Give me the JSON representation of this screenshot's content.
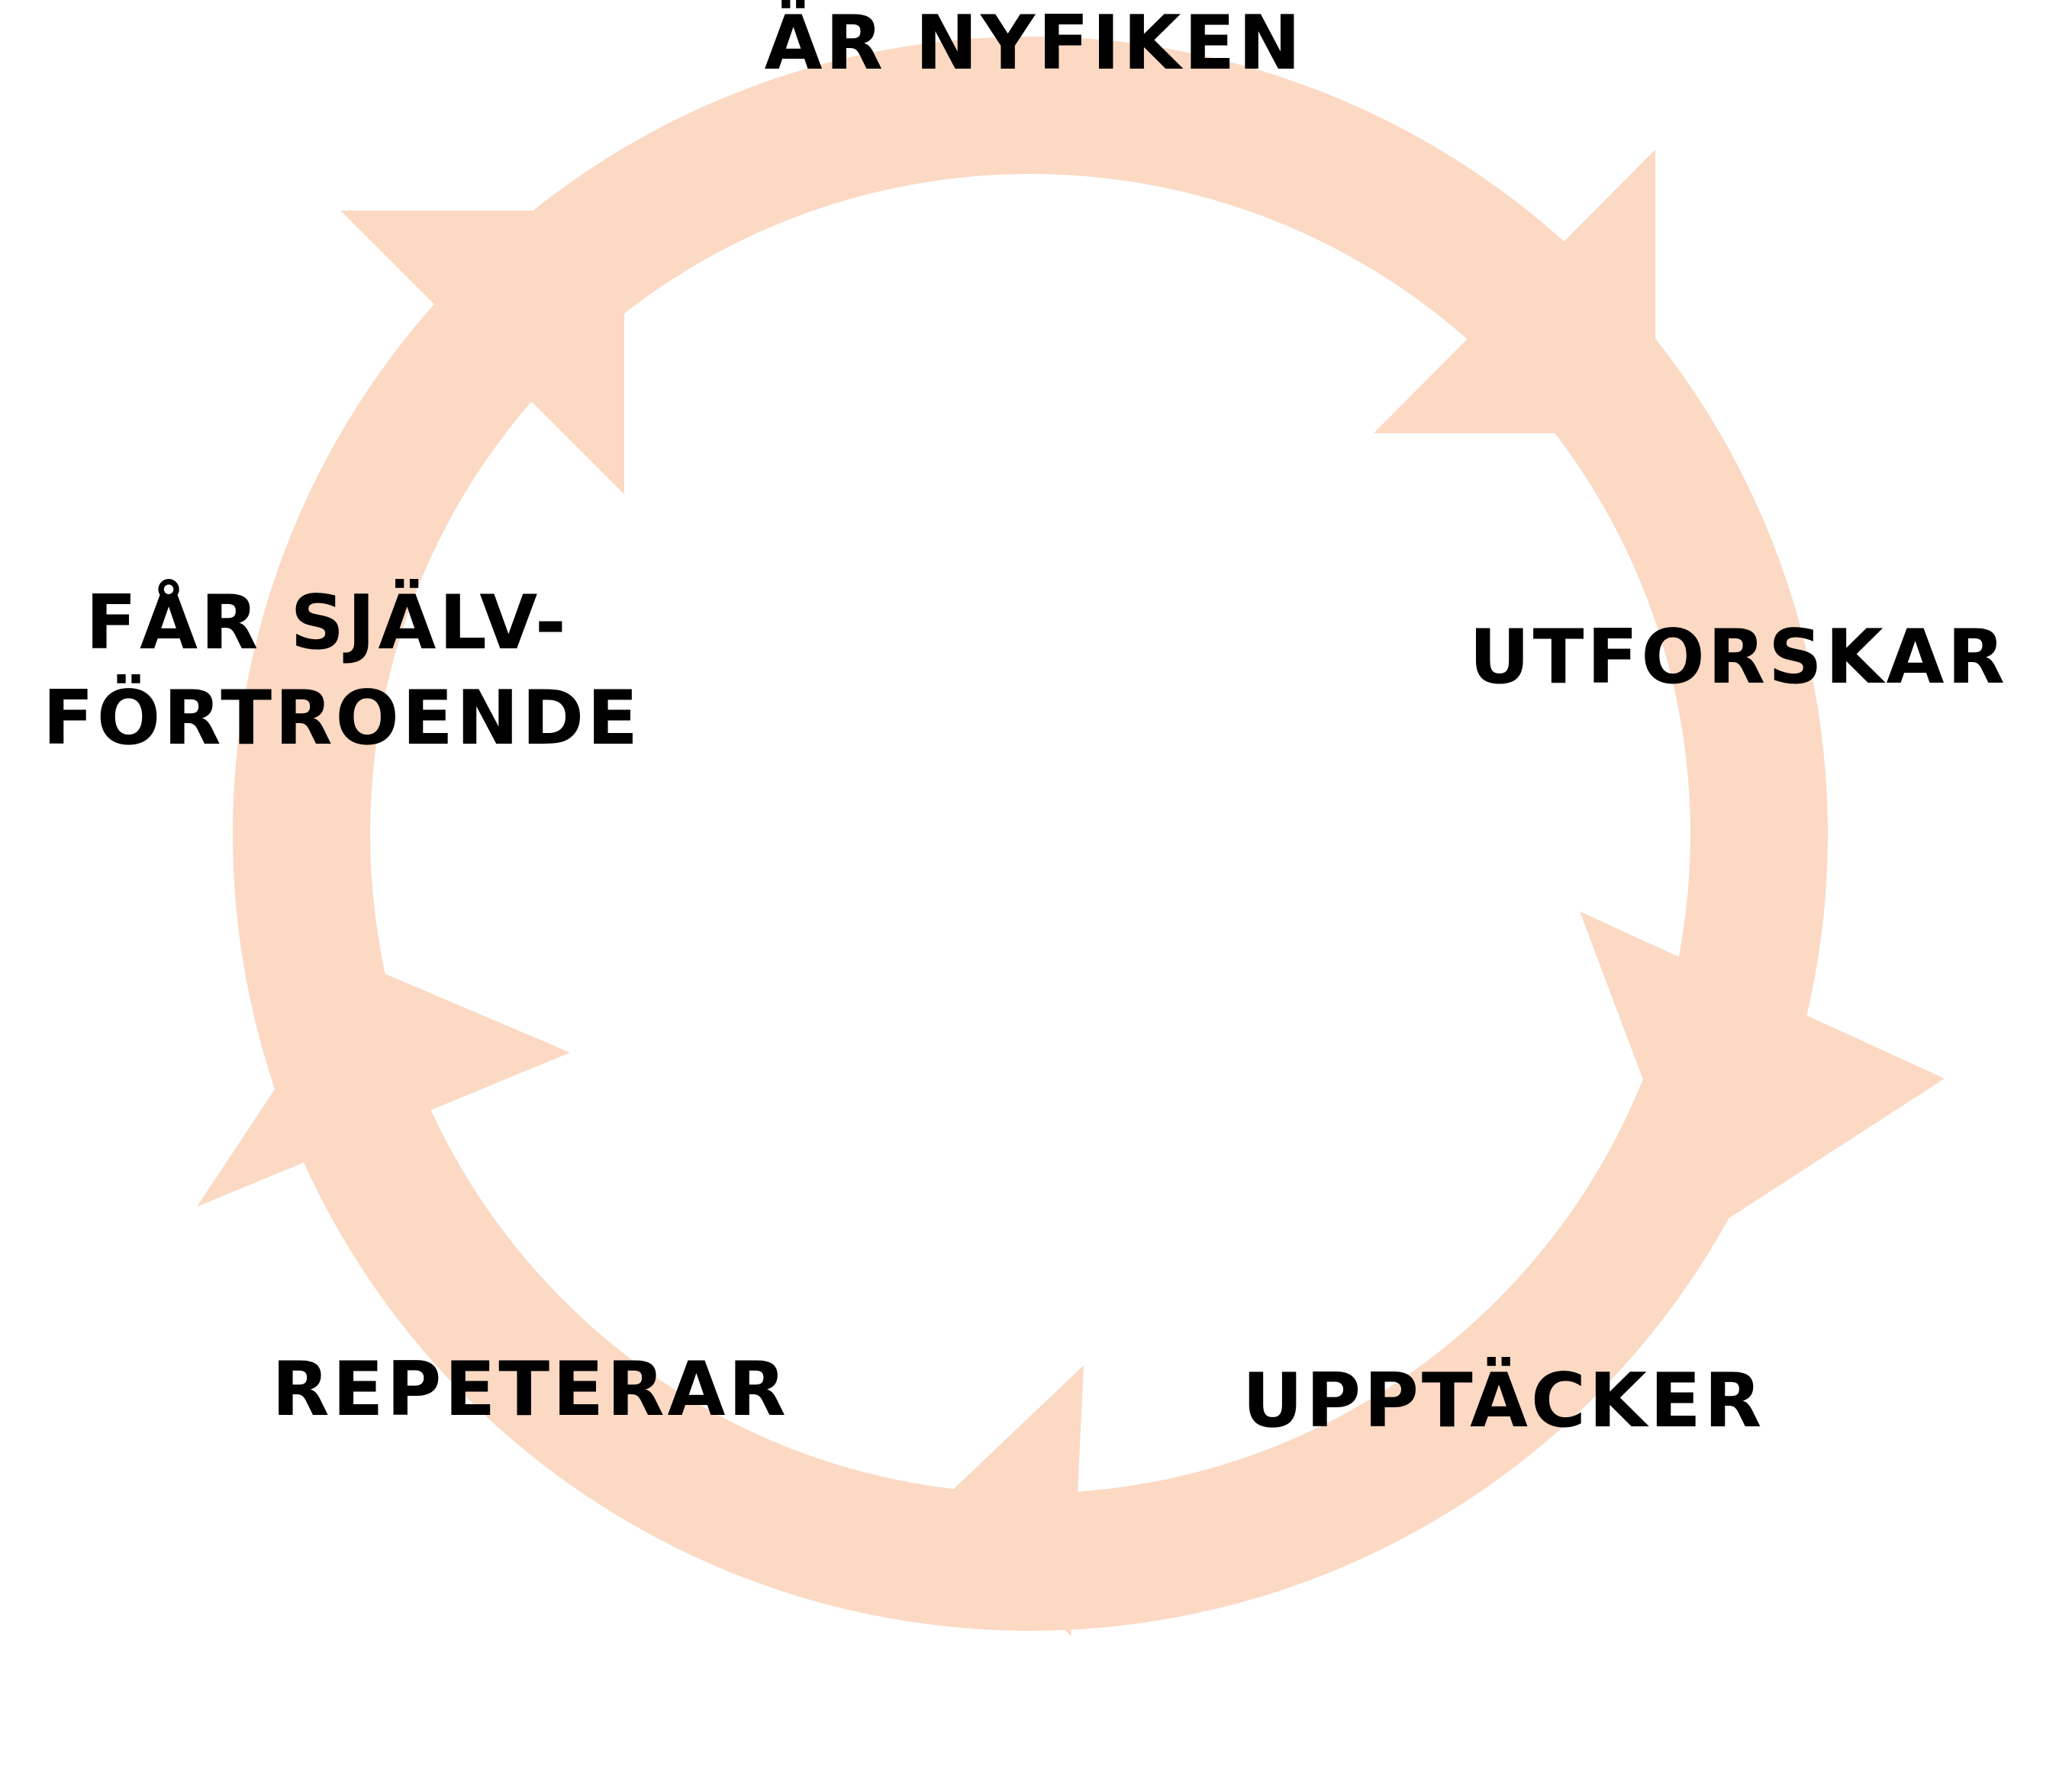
{
  "cycle": {
    "stages": [
      {
        "id": "nyfiken",
        "lines": [
          "ÄR NYFIKEN"
        ]
      },
      {
        "id": "utforskar",
        "lines": [
          "UTFORSKAR"
        ]
      },
      {
        "id": "upptacker",
        "lines": [
          "UPPTÄCKER"
        ]
      },
      {
        "id": "repeterar",
        "lines": [
          "REPETERAR"
        ]
      },
      {
        "id": "sjalvfortroende",
        "lines": [
          "FÅR SJÄLV-",
          "FÖRTROENDE"
        ]
      }
    ]
  },
  "colors": {
    "ring": "#fbd9c3",
    "text": "#000000",
    "background": "#ffffff"
  }
}
